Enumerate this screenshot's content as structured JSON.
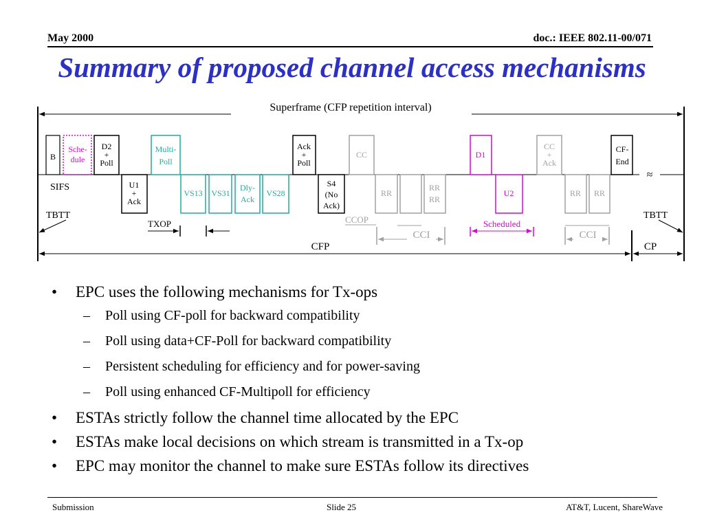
{
  "header": {
    "left": "May 2000",
    "right": "doc.: IEEE 802.11-00/071"
  },
  "title": "Summary of proposed channel access mechanisms",
  "colors": {
    "title": "#2c31c4",
    "black": "#000000",
    "magenta": "#e000e0",
    "teal": "#1aae9e",
    "gray": "#a0a0a0"
  },
  "diagram": {
    "superframe_label": "Superframe (CFP repetition interval)",
    "boxes": {
      "b": [
        "B"
      ],
      "schedule": [
        "Sche-",
        "dule"
      ],
      "d2poll": [
        "D2",
        "+",
        "Poll"
      ],
      "multipoll": [
        "Multi-",
        "Poll"
      ],
      "u1ack": [
        "U1",
        "+",
        "Ack"
      ],
      "vs13": [
        "VS13"
      ],
      "vs31": [
        "VS31"
      ],
      "dlyack": [
        "Dly-",
        "Ack"
      ],
      "vs28": [
        "VS28"
      ],
      "ackpoll": [
        "Ack",
        "+",
        "Poll"
      ],
      "s4": [
        "S4",
        "(No",
        "Ack)"
      ],
      "cc": [
        "CC"
      ],
      "rr1": [
        "RR"
      ],
      "rr3": [
        "RR",
        "RR"
      ],
      "d1": [
        "D1"
      ],
      "u2": [
        "U2"
      ],
      "ccack": [
        "CC",
        "+",
        "Ack"
      ],
      "rr4": [
        "RR"
      ],
      "rr5": [
        "RR"
      ],
      "cfend": [
        "CF-",
        "End"
      ]
    },
    "labels": {
      "sifs": "SIFS",
      "tbtt_left": "TBTT",
      "tbtt_right": "TBTT",
      "txop": "TXOP",
      "ccop": "CCOP",
      "cci1": "CCI",
      "cci2": "CCI",
      "scheduled": "Scheduled",
      "cfp": "CFP",
      "cp": "CP",
      "break_mark": "≈"
    }
  },
  "bullets": [
    {
      "level": 1,
      "text": "EPC uses the following mechanisms for Tx-ops"
    },
    {
      "level": 2,
      "text": "Poll using CF-poll for backward compatibility"
    },
    {
      "level": 2,
      "text": "Poll using data+CF-Poll for backward compatibility"
    },
    {
      "level": 2,
      "text": "Persistent scheduling for efficiency and for power-saving"
    },
    {
      "level": 2,
      "text": "Poll using enhanced CF-Multipoll for efficiency"
    },
    {
      "level": 1,
      "text": "ESTAs strictly follow the channel time allocated by the EPC"
    },
    {
      "level": 1,
      "text": "ESTAs make local decisions on which stream is transmitted in a Tx-op"
    },
    {
      "level": 1,
      "text": "EPC may monitor the channel to make sure ESTAs follow its directives"
    }
  ],
  "markers": {
    "level1": "•",
    "level2": "–"
  },
  "footer": {
    "left": "Submission",
    "center": "Slide 25",
    "right": "AT&T, Lucent, ShareWave"
  }
}
